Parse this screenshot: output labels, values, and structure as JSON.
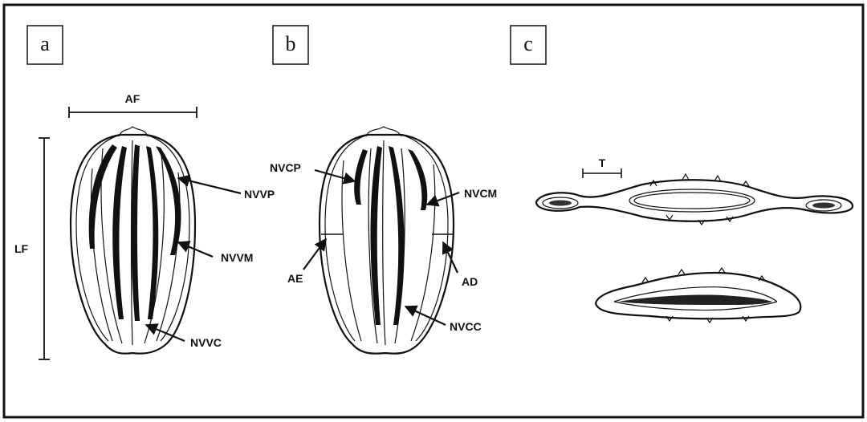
{
  "panels": {
    "a": "a",
    "b": "b",
    "c": "c"
  },
  "labels": {
    "af": "AF",
    "lf": "LF",
    "nvvp": "NVVP",
    "nvvm": "NVVM",
    "nvvc": "NVVC",
    "nvcp": "NVCP",
    "nvcm": "NVCM",
    "ae": "AE",
    "ad": "AD",
    "nvcc": "NVCC",
    "t": "T"
  },
  "colors": {
    "ink": "#111111",
    "background": "#ffffff"
  }
}
